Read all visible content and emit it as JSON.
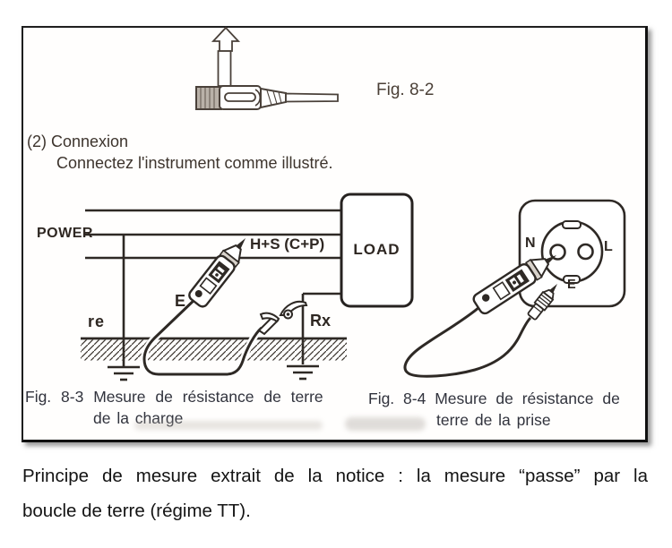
{
  "figure": {
    "fig82_label": "Fig. 8-2",
    "connexion_title": "(2) Connexion",
    "connexion_body": "Connectez l'instrument comme illustré.",
    "left_diagram": {
      "power_label": "POWER",
      "terminal_label": "H+S (C+P)",
      "e_label": "E",
      "re_label": "re",
      "rx_label": "Rx",
      "load_label": "LOAD",
      "caption_line1": "Fig. 8-3 Mesure de résistance de terre",
      "caption_line2": "de la charge"
    },
    "right_diagram": {
      "neutral_label": "N",
      "line_label": "L",
      "earth_label": "E",
      "caption_line1": "Fig. 8-4 Mesure de résistance de",
      "caption_line2": "terre de la prise"
    }
  },
  "caption": {
    "line1": "Principe de mesure extrait de la notice : la mesure “passe” par la",
    "line2": "boucle de terre (régime TT)."
  },
  "colors": {
    "ink": "#332c27",
    "figure_caption_text": "#31333d",
    "body_caption_text": "#141414",
    "box_border": "#1e1e1e"
  }
}
